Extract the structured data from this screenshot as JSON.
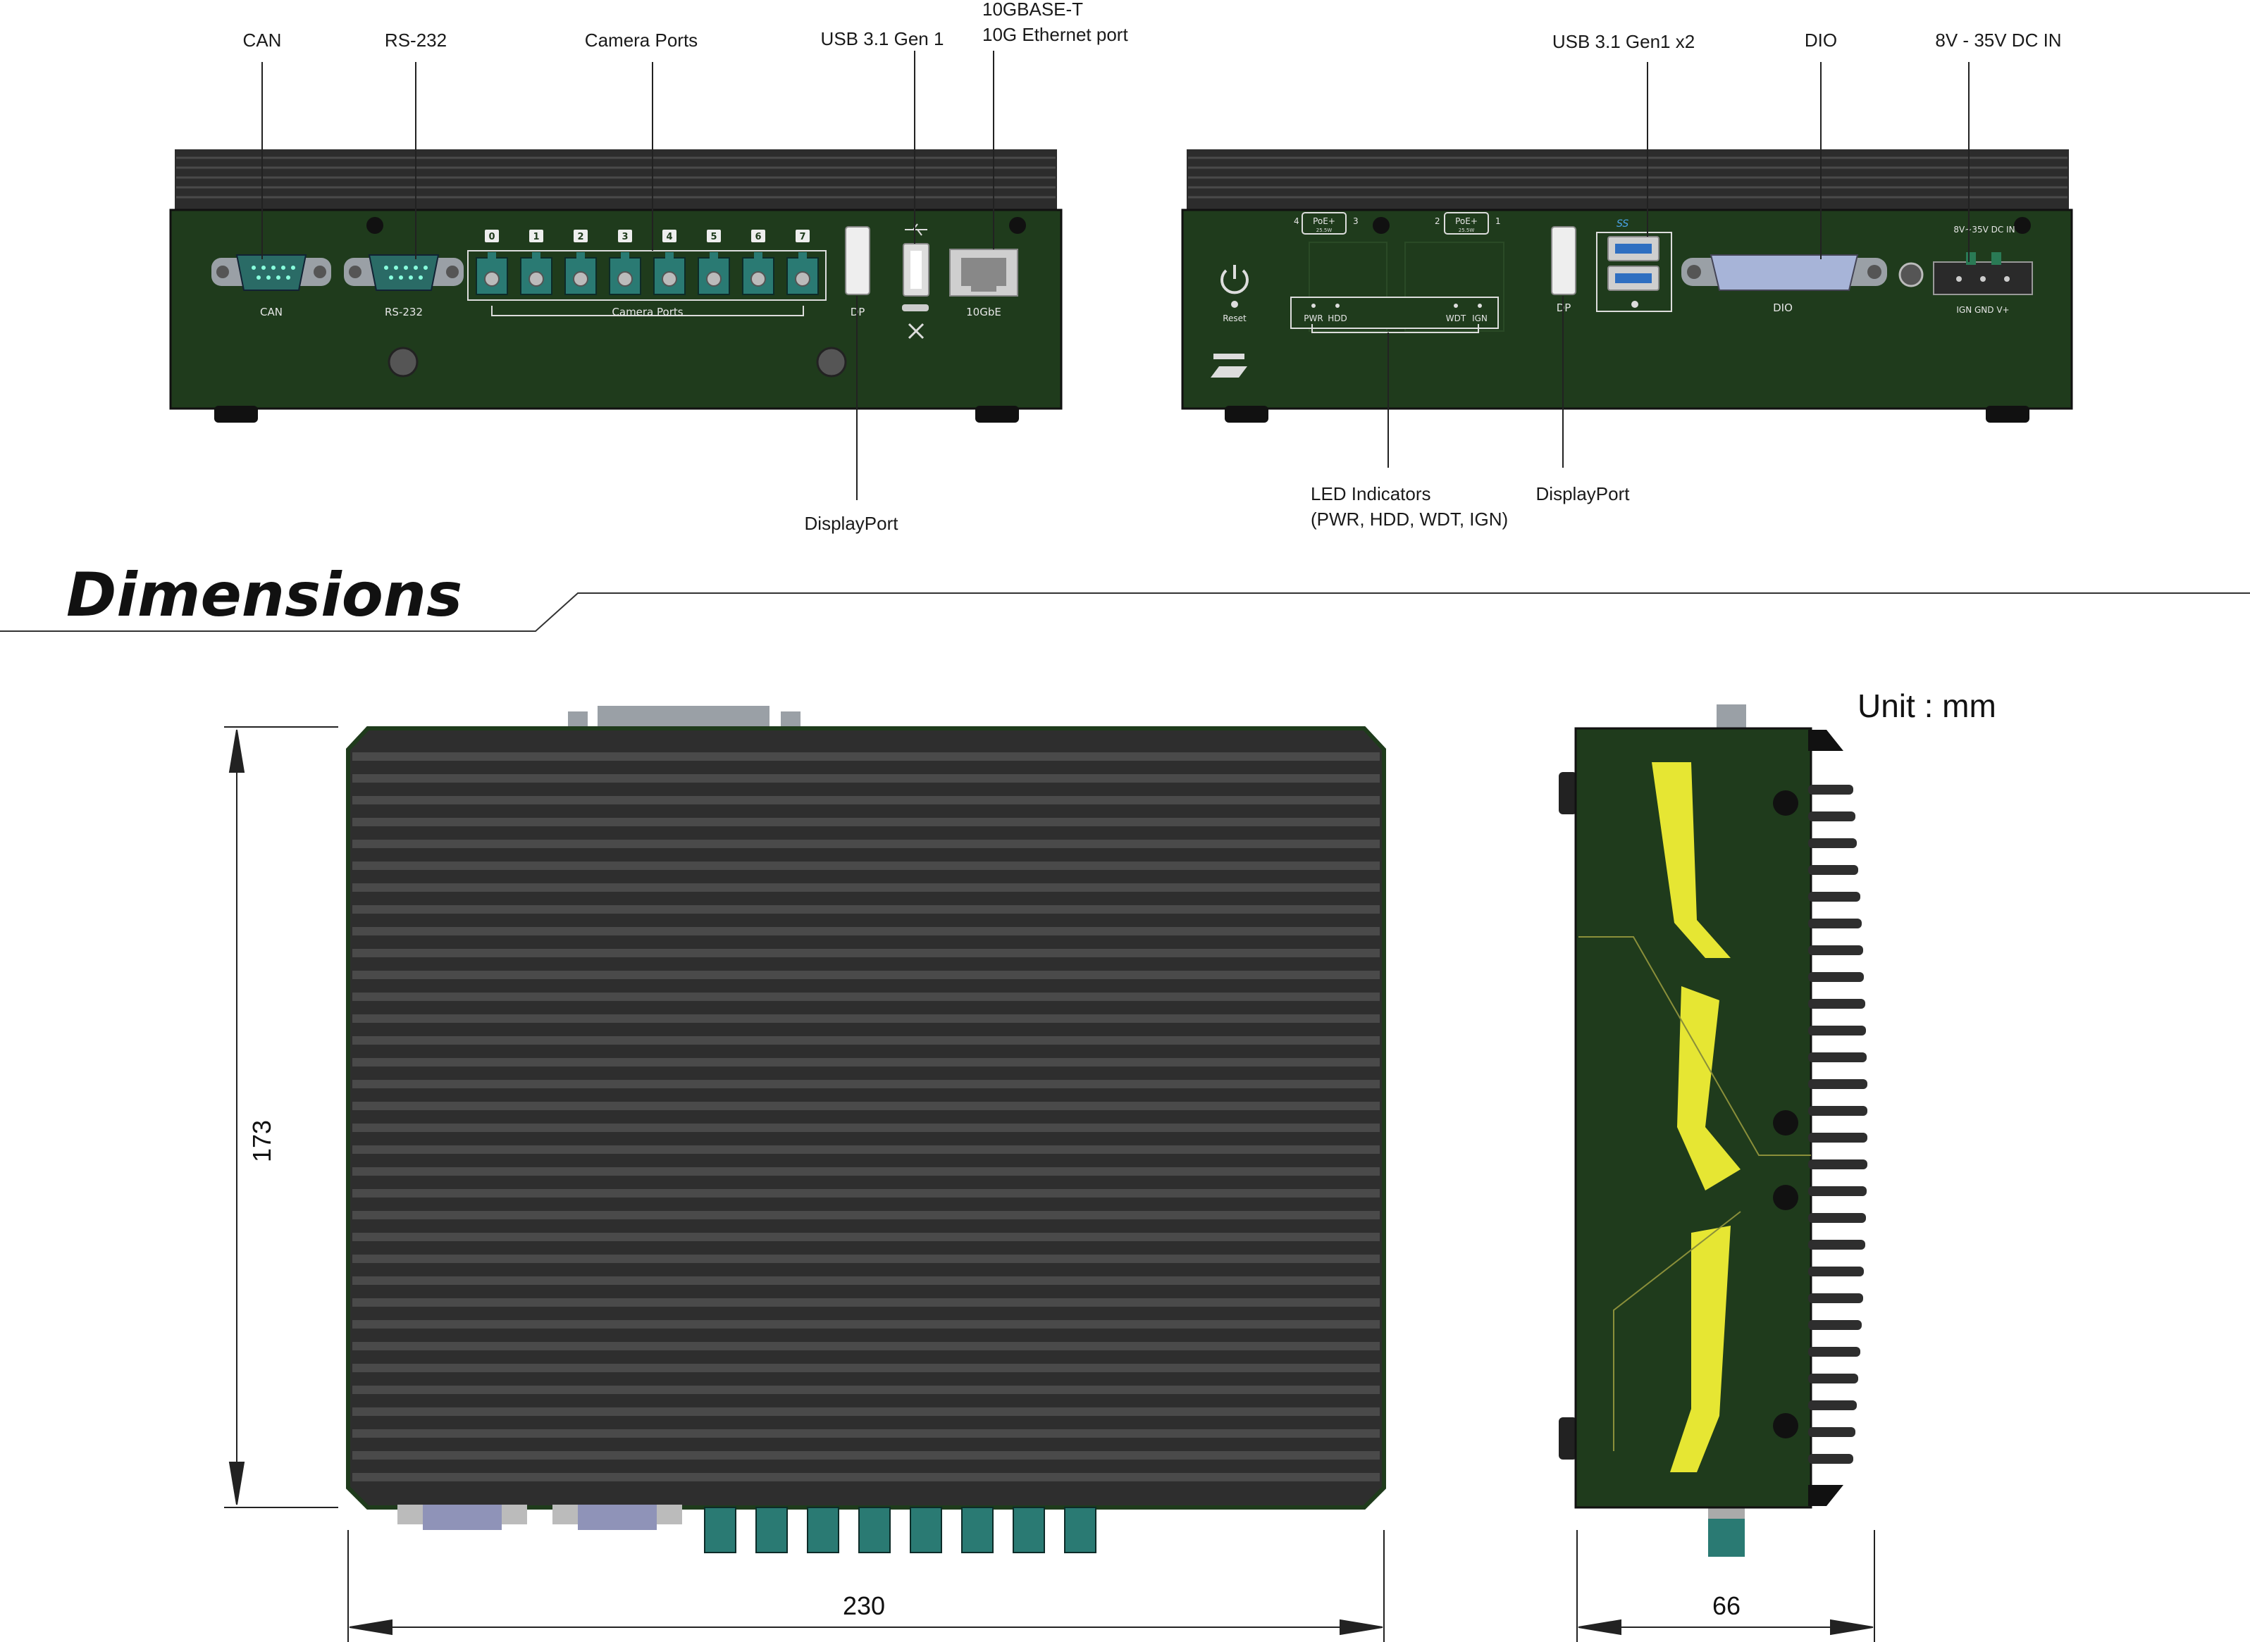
{
  "callouts": {
    "can": "CAN",
    "rs232": "RS-232",
    "camera_ports": "Camera Ports",
    "usb_gen1": "USB 3.1 Gen 1",
    "ethernet_line1": "10GBASE-T",
    "ethernet_line2": "10G Ethernet port",
    "displayport_front": "DisplayPort",
    "usb_gen1_x2": "USB 3.1 Gen1 x2",
    "dio": "DIO",
    "dc_in": "8V - 35V DC IN",
    "led_line1": "LED Indicators",
    "led_line2": "(PWR, HDD, WDT, IGN)",
    "displayport_rear": "DisplayPort"
  },
  "front_panel": {
    "can_label": "CAN",
    "rs232_label": "RS-232",
    "camera_numbers": [
      "0",
      "1",
      "2",
      "3",
      "4",
      "5",
      "6",
      "7"
    ],
    "camera_label": "Camera Ports",
    "dp_label": "DP",
    "lan_label": "10GbE"
  },
  "rear_panel": {
    "reset_label": "Reset",
    "poe_label": "PoE+",
    "poe_sub": "25.5W",
    "poe_numbers": [
      "4",
      "3",
      "2",
      "1"
    ],
    "led_labels": [
      "PWR",
      "HDD",
      "WDT",
      "IGN"
    ],
    "dp_label": "DP",
    "usb_logo": "SS",
    "dio_label": "DIO",
    "dc_label": "8V~35V DC IN",
    "dc_pins": "IGN GND V+"
  },
  "dimensions": {
    "heading": "Dimensions",
    "unit": "Unit : mm",
    "height": "173",
    "width": "230",
    "depth": "66"
  },
  "colors": {
    "pcb_green": "#1f3b1c",
    "heatsink": "#2e2e2e",
    "teal_connector": "#2a7a73",
    "accent_yellow": "#e6e633"
  }
}
